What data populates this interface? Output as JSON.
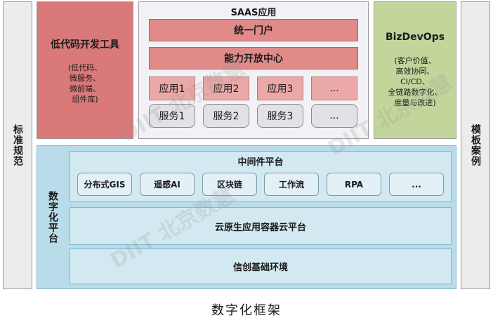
{
  "left_sidebar": {
    "label": "标准规范"
  },
  "right_sidebar": {
    "label": "模板案例"
  },
  "lowcode": {
    "title": "低代码开发工具",
    "details": [
      "(低代码、",
      "微服务、",
      "微前端、",
      "组件库)"
    ]
  },
  "saas": {
    "title": "SAAS应用",
    "portal": "统一门户",
    "open_center": "能力开放中心",
    "apps": [
      "应用1",
      "应用2",
      "应用3",
      "..."
    ],
    "services": [
      "服务1",
      "服务2",
      "服务3",
      "..."
    ]
  },
  "bizdevops": {
    "title": "BizDevOps",
    "details": [
      "(客户价值、",
      "高效协同、",
      "CI/CD、",
      "全链路数字化、",
      "度量与改进)"
    ]
  },
  "digital_platform": {
    "label": "数字化平台",
    "middleware": {
      "title": "中间件平台",
      "items": [
        "分布式GIS",
        "遥感AI",
        "区块链",
        "工作流",
        "RPA",
        "..."
      ]
    },
    "cloud_native": "云原生应用容器云平台",
    "xinchuang": "信创基础环境"
  },
  "caption": "数字化框架",
  "watermark": "DIIT 北京数慧",
  "colors": {
    "red_panel": "#d9797a",
    "green_panel": "#c2d69b",
    "blue_panel": "#b8dce9"
  }
}
